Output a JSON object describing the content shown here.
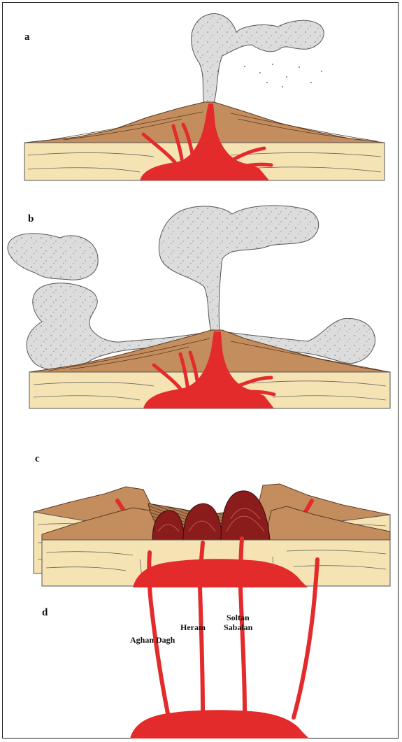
{
  "panels": [
    {
      "label": "a"
    },
    {
      "label": "b"
    },
    {
      "label": "c"
    },
    {
      "label": "d"
    }
  ],
  "peaks": {
    "aghan_dagh": "Aghan Dagh",
    "heram": "Heram",
    "soltan": "Soltan",
    "sabalan": "Sabalan"
  },
  "colors": {
    "ground": "#f6e3b4",
    "cone": "#c48d5e",
    "magma": "#e32b2b",
    "dome": "#8b1c1c",
    "ash": "#dcdcdc",
    "outline": "#555555"
  }
}
